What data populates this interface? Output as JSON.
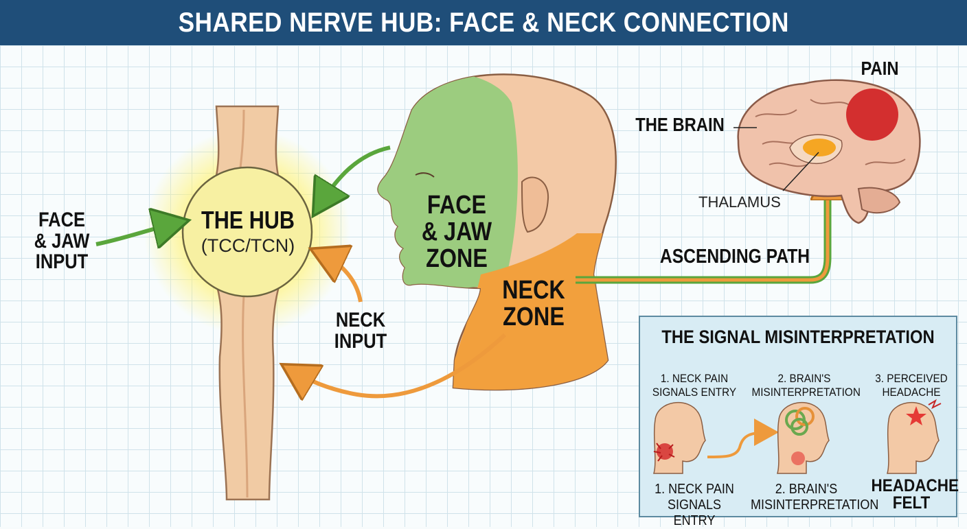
{
  "title": "SHARED NERVE HUB: FACE & NECK CONNECTION",
  "hub": {
    "title": "THE HUB",
    "subtitle": "(TCC/TCN)"
  },
  "inputs": {
    "face_jaw": [
      "FACE",
      "& JAW",
      "INPUT"
    ],
    "neck": [
      "NECK",
      "INPUT"
    ]
  },
  "zones": {
    "face_jaw": [
      "FACE",
      "& JAW",
      "ZONE"
    ],
    "neck": [
      "NECK",
      "ZONE"
    ]
  },
  "brain": {
    "label": "THE BRAIN",
    "pain": "PAIN",
    "thalamus": "THALAMUS"
  },
  "ascending_path": "ASCENDING PATH",
  "inset": {
    "title": "THE SIGNAL MISINTERPRETATION",
    "steps_top": [
      [
        "1. NECK PAIN",
        "SIGNALS ENTRY"
      ],
      [
        "2. BRAIN'S",
        "MISINTERPRETATION"
      ],
      [
        "3. PERCEIVED",
        "HEADACHE"
      ]
    ],
    "steps_bottom": [
      [
        "1. NECK PAIN",
        "SIGNALS ENTRY"
      ],
      [
        "2. BRAIN'S",
        "MISINTERPRETATION"
      ],
      [
        "HEADACHE",
        "FELT"
      ]
    ]
  },
  "colors": {
    "title_bar": "#1f4e79",
    "face_zone": "#9ccc7f",
    "neck_zone": "#f2a03d",
    "hub_glow": "#fff27a",
    "pain": "#d32f2f",
    "skin": "#f3c9a6",
    "green_arrow": "#5aa63c",
    "orange_arrow": "#ee9a3c"
  }
}
